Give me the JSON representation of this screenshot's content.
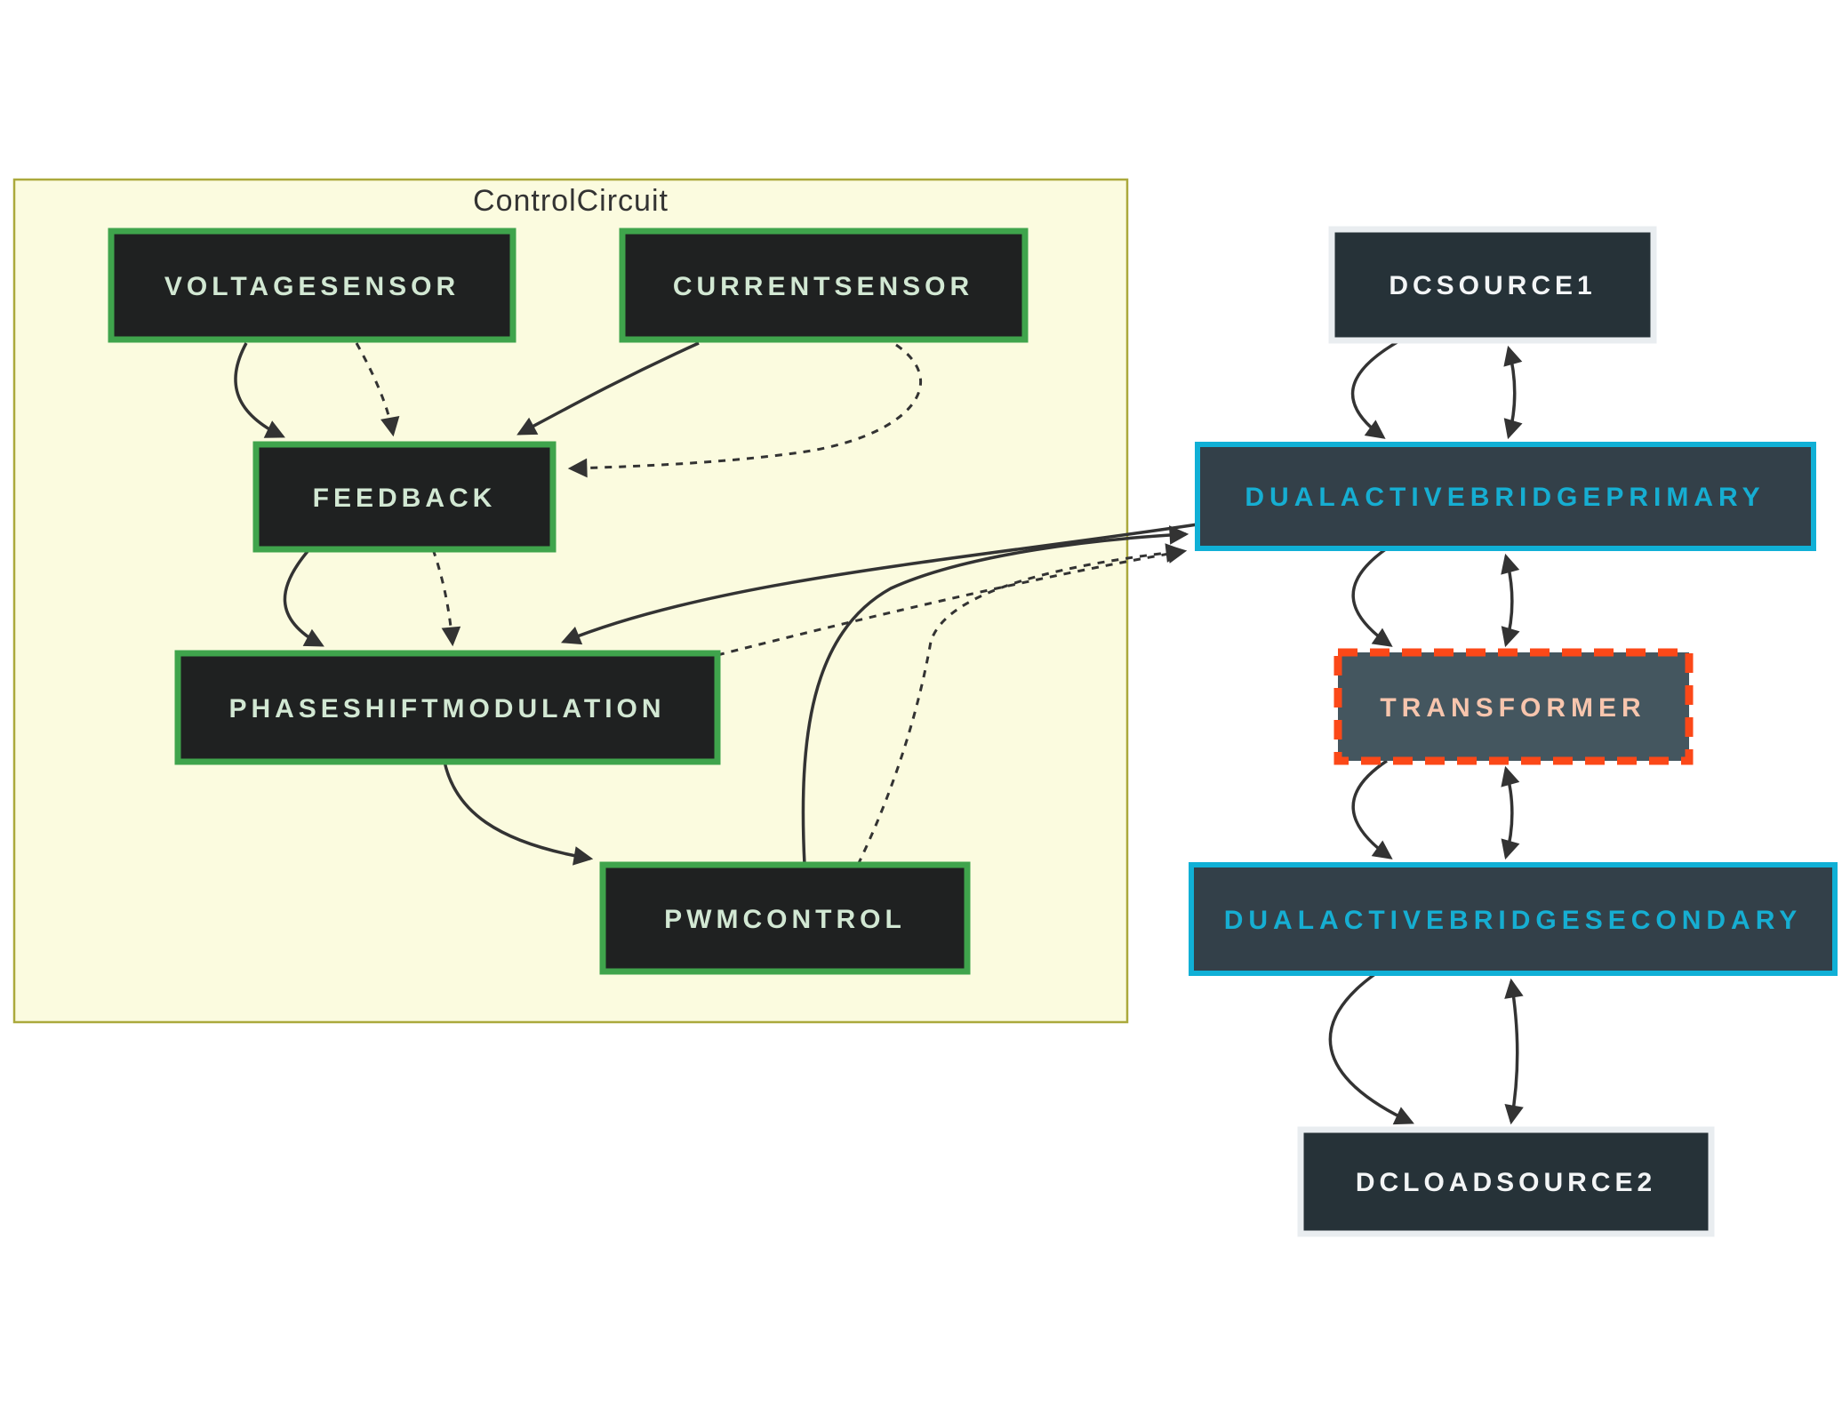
{
  "diagram": {
    "type": "flowchart",
    "subgraph": {
      "label": "ControlCircuit"
    },
    "nodes": {
      "voltagesensor": {
        "label": "VOLTAGESENSOR"
      },
      "currentsensor": {
        "label": "CURRENTSENSOR"
      },
      "feedback": {
        "label": "FEEDBACK"
      },
      "phaseshiftmodulation": {
        "label": "PHASESHIFTMODULATION"
      },
      "pwmcontrol": {
        "label": "PWMCONTROL"
      },
      "dcsource1": {
        "label": "DCSOURCE1"
      },
      "dualactivebridgeprimary": {
        "label": "DUALACTIVEBRIDGEPRIMARY"
      },
      "transformer": {
        "label": "TRANSFORMER"
      },
      "dualactivebridgesecondary": {
        "label": "DUALACTIVEBRIDGESECONDARY"
      },
      "dcloadsource2": {
        "label": "DCLOADSOURCE2"
      }
    },
    "edges": [
      {
        "from": "VOLTAGESENSOR",
        "to": "FEEDBACK",
        "style": "solid"
      },
      {
        "from": "VOLTAGESENSOR",
        "to": "FEEDBACK",
        "style": "dashed"
      },
      {
        "from": "CURRENTSENSOR",
        "to": "FEEDBACK",
        "style": "solid"
      },
      {
        "from": "CURRENTSENSOR",
        "to": "FEEDBACK",
        "style": "dashed"
      },
      {
        "from": "FEEDBACK",
        "to": "PHASESHIFTMODULATION",
        "style": "solid"
      },
      {
        "from": "FEEDBACK",
        "to": "PHASESHIFTMODULATION",
        "style": "dashed"
      },
      {
        "from": "PHASESHIFTMODULATION",
        "to": "PWMCONTROL",
        "style": "solid"
      },
      {
        "from": "DUALACTIVEBRIDGEPRIMARY",
        "to": "PHASESHIFTMODULATION",
        "style": "solid"
      },
      {
        "from": "PHASESHIFTMODULATION",
        "to": "DUALACTIVEBRIDGEPRIMARY",
        "style": "dashed"
      },
      {
        "from": "PWMCONTROL",
        "to": "DUALACTIVEBRIDGEPRIMARY",
        "style": "solid"
      },
      {
        "from": "PWMCONTROL",
        "to": "DUALACTIVEBRIDGEPRIMARY",
        "style": "dashed"
      },
      {
        "from": "DCSOURCE1",
        "to": "DUALACTIVEBRIDGEPRIMARY",
        "style": "solid"
      },
      {
        "from": "DCSOURCE1",
        "to": "DUALACTIVEBRIDGEPRIMARY",
        "style": "bidirectional"
      },
      {
        "from": "DUALACTIVEBRIDGEPRIMARY",
        "to": "TRANSFORMER",
        "style": "solid"
      },
      {
        "from": "DUALACTIVEBRIDGEPRIMARY",
        "to": "TRANSFORMER",
        "style": "bidirectional"
      },
      {
        "from": "TRANSFORMER",
        "to": "DUALACTIVEBRIDGESECONDARY",
        "style": "solid"
      },
      {
        "from": "TRANSFORMER",
        "to": "DUALACTIVEBRIDGESECONDARY",
        "style": "bidirectional"
      },
      {
        "from": "DUALACTIVEBRIDGESECONDARY",
        "to": "DCLOADSOURCE2",
        "style": "solid"
      },
      {
        "from": "DUALACTIVEBRIDGESECONDARY",
        "to": "DCLOADSOURCE2",
        "style": "bidirectional"
      }
    ],
    "colors": {
      "background": "#ffffff",
      "subgraph_fill": "#fbfbdf",
      "subgraph_border": "#aba93c",
      "green_node_fill": "#1f2121",
      "green_node_border": "#3fa44c",
      "green_node_text": "#d2e8d3",
      "slate_node_fill": "#263238",
      "slate_node_border": "#e9edf0",
      "slate_node_text": "#f3f5f6",
      "cyan_node_fill": "#334049",
      "cyan_node_border": "#10b0d6",
      "cyan_node_text": "#16aed2",
      "transformer_fill": "#44565f",
      "transformer_border": "#fb4818",
      "transformer_text": "#f7c5ad",
      "edge_color": "#333333"
    }
  }
}
